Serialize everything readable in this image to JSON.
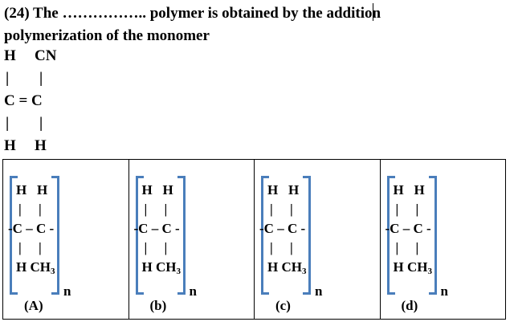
{
  "question": {
    "line1_before_caret": "(24) The …………….. polymer is obtained by the additio",
    "line1_after_caret": "n",
    "line2": "polymerization of the monomer"
  },
  "monomer": {
    "top_left": "H",
    "top_right": "CN",
    "bond": "|",
    "center": "C = C",
    "bottom_left": "H",
    "bottom_right": "H"
  },
  "options": [
    {
      "label": "(A)",
      "row1": "H   H",
      "row2": "|     |",
      "row3": "-C – C -",
      "row4": "|     |",
      "row5_main": "H CH",
      "row5_sub": "3",
      "n": "n"
    },
    {
      "label": "(b)",
      "row1": "H   H",
      "row2": "|     |",
      "row3": "-C – C -",
      "row4": "|     |",
      "row5_main": "H CH",
      "row5_sub": "3",
      "n": "n"
    },
    {
      "label": "(c)",
      "row1": "H   H",
      "row2": "|     |",
      "row3": "-C – C -",
      "row4": "|     |",
      "row5_main": "H CH",
      "row5_sub": "3",
      "n": "n"
    },
    {
      "label": "(d)",
      "row1": "H   H",
      "row2": "|     |",
      "row3": "-C – C -",
      "row4": "|     |",
      "row5_main": "H CH",
      "row5_sub": "3",
      "n": "n"
    }
  ],
  "colors": {
    "bracket": "#4a7ebb",
    "text": "#000000"
  }
}
